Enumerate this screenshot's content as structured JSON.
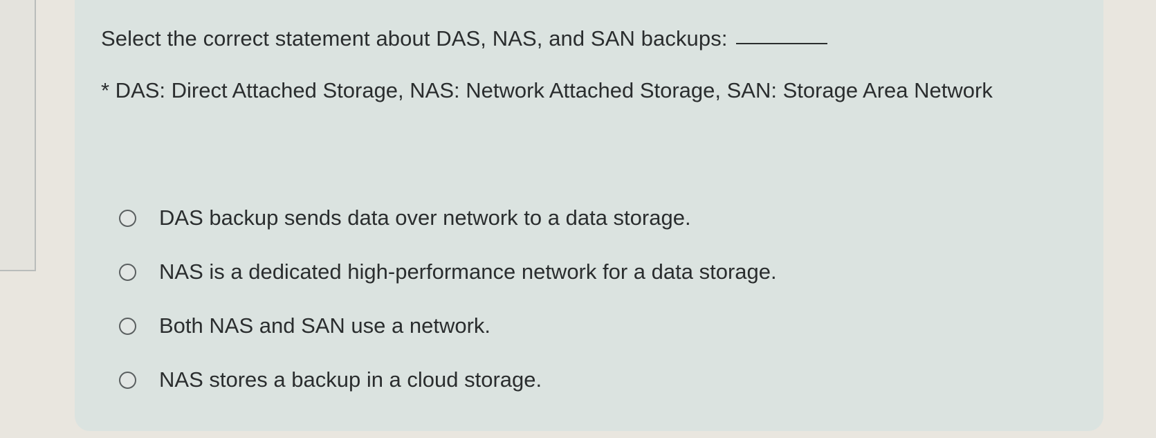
{
  "question": {
    "text": "Select the correct statement about DAS, NAS, and SAN backups:",
    "blank": "________"
  },
  "note": {
    "text": "* DAS: Direct Attached Storage, NAS: Network Attached Storage, SAN: Storage Area Network"
  },
  "options": [
    {
      "label": "DAS backup sends data over network to a data storage.",
      "selected": false,
      "icon": "radio-unchecked"
    },
    {
      "label": "NAS is a dedicated high-performance network for a data storage.",
      "selected": false,
      "icon": "radio-unchecked"
    },
    {
      "label": "Both NAS and SAN use a network.",
      "selected": false,
      "icon": "radio-unchecked"
    },
    {
      "label": "NAS stores a backup in a cloud storage.",
      "selected": false,
      "icon": "radio-unchecked"
    }
  ],
  "colors": {
    "card_background": "#dbe3e0",
    "page_background": "#e9e6df",
    "text": "#2a2d2e"
  }
}
